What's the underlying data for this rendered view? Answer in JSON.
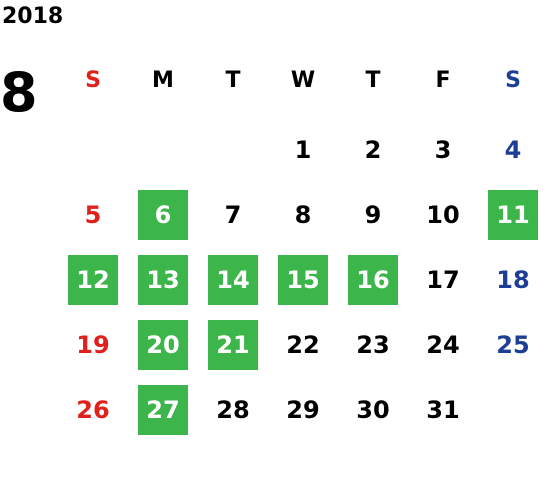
{
  "calendar": {
    "year": "2018",
    "month": "8",
    "colors": {
      "sunday": "#e0201b",
      "saturday": "#1e3e96",
      "weekday": "#000000",
      "highlight_bg": "#3cb54a",
      "highlight_text": "#ffffff"
    },
    "weekdays": [
      "S",
      "M",
      "T",
      "W",
      "T",
      "F",
      "S"
    ],
    "weeks": [
      [
        "",
        "",
        "",
        "1",
        "2",
        "3",
        "4"
      ],
      [
        "5",
        "6",
        "7",
        "8",
        "9",
        "10",
        "11"
      ],
      [
        "12",
        "13",
        "14",
        "15",
        "16",
        "17",
        "18"
      ],
      [
        "19",
        "20",
        "21",
        "22",
        "23",
        "24",
        "25"
      ],
      [
        "26",
        "27",
        "28",
        "29",
        "30",
        "31",
        ""
      ]
    ],
    "highlighted_days": [
      "6",
      "11",
      "12",
      "13",
      "14",
      "15",
      "16",
      "20",
      "21",
      "27"
    ]
  }
}
